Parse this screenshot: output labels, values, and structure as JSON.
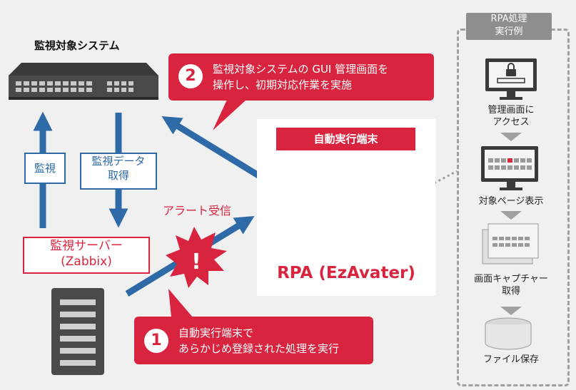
{
  "monitored_system": {
    "title": "監視対象システム"
  },
  "arrows": {
    "monitor": "監視",
    "fetch_data": [
      "監視データ",
      "取得"
    ]
  },
  "monitor_server": {
    "line1": "監視サーバー",
    "line2": "(Zabbix)"
  },
  "alert_label": "アラート受信",
  "callout_1": {
    "number": "1",
    "lines": [
      "自動実行端末で",
      "あらかじめ登録された処理を実行"
    ]
  },
  "callout_2": {
    "number": "2",
    "lines": [
      "監視対象システムの GUI 管理画面を",
      "操作し、初期対応作業を実施"
    ]
  },
  "terminal": {
    "label": "自動実行端末",
    "name": "RPA (EzAvater)"
  },
  "rpa_panel": {
    "title": [
      "RPA処理",
      "実行例"
    ],
    "steps": [
      {
        "label": [
          "管理画面に",
          "アクセス"
        ],
        "icon": "monitor-lock-icon"
      },
      {
        "label": [
          "対象ページ表示"
        ],
        "icon": "monitor-page-icon"
      },
      {
        "label": [
          "画面キャプチャー",
          "取得"
        ],
        "icon": "screen-capture-icon"
      },
      {
        "label": [
          "ファイル保存"
        ],
        "icon": "database-icon"
      }
    ]
  },
  "colors": {
    "accent_red": "#d9243f",
    "accent_blue": "#2e6aa8",
    "background": "#f0f0f0",
    "panel_gray": "#8e8e8e"
  }
}
